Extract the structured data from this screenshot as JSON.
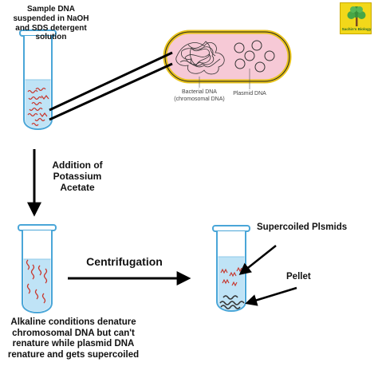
{
  "labels": {
    "sample": [
      "Sample DNA",
      "suspended in NaOH",
      "and SDS detergent",
      "solution"
    ],
    "addition": [
      "Addition of",
      "Potassium",
      "Acetate"
    ],
    "centrifugation": "Centrifugation",
    "supercoiled": "Supercoiled Plsmids",
    "pellet": "Pellet",
    "alkaline": [
      "Alkaline conditions denature",
      "chromosomal DNA but can't",
      "renature while plasmid DNA",
      "renature and gets supercoiled"
    ],
    "bacterial_dna": [
      "Bacterial DNA",
      "(chromosomal DNA)"
    ],
    "plasmid_dna": "Plasmid DNA"
  },
  "logo": {
    "text": "Sachin's Biology",
    "icon": "tree-icon"
  },
  "colors": {
    "tube_outline": "#4aa6d8",
    "liquid": "#bfe3f6",
    "dna_red": "#c8342a",
    "cell_fill": "#f6c9d6",
    "cell_border": "#e7c21a",
    "arrow": "#000000",
    "logo_bg": "#f2d81a"
  }
}
